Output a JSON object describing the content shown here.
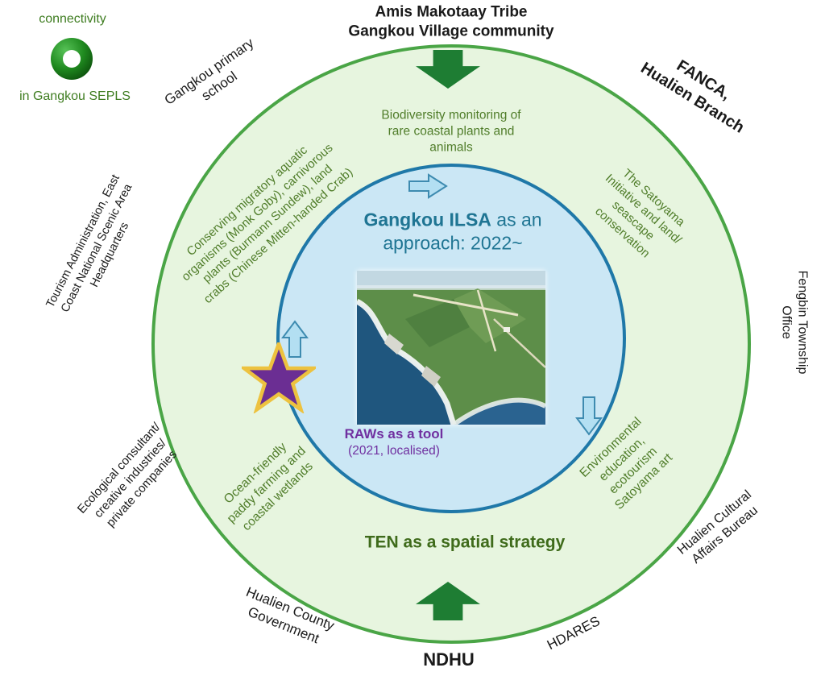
{
  "legend": {
    "title": "connectivity",
    "subtitle": "in Gangkou SEPLS",
    "icon": "connectivity-ring-icon"
  },
  "outer_labels": {
    "amis": {
      "lines": [
        "Amis Makotaay Tribe",
        "Gangkou Village community"
      ]
    },
    "school": {
      "lines": [
        "Gangkou primary",
        "school"
      ]
    },
    "fanca": {
      "lines": [
        "FANCA,",
        "Hualien Branch"
      ]
    },
    "tourism": {
      "lines": [
        "Tourism Administration, East",
        "Coast National Scenic Area",
        "Headquarters"
      ]
    },
    "fengbin": {
      "lines": [
        "Fengbin Township",
        "Office"
      ]
    },
    "ecological": {
      "lines": [
        "Ecological consultant/",
        "creative industries/",
        "private companies"
      ]
    },
    "county": {
      "lines": [
        "Hualien County",
        "Government"
      ]
    },
    "ndhu": "NDHU",
    "hdares": "HDARES",
    "cultural": {
      "lines": [
        "Hualien Cultural",
        "Affairs Bureau"
      ]
    }
  },
  "ring_labels": {
    "biodiversity": {
      "lines": [
        "Biodiversity monitoring of",
        "rare coastal plants and",
        "animals"
      ]
    },
    "conserving": {
      "lines": [
        "Conserving migratory aquatic",
        "organisms (Monk Goby), carnivorous",
        "plants (Burmann Sundew), land",
        "crabs (Chinese Mitten-handed Crab)"
      ]
    },
    "satoyama": {
      "lines": [
        "The Satoyama",
        "Initiative and land/",
        "seascape",
        "conservation"
      ]
    },
    "ocean": {
      "lines": [
        "Ocean-friendly",
        "paddy farming and",
        "coastal wetlands"
      ]
    },
    "environmental": {
      "lines": [
        "Environmental",
        "education,",
        "ecotourism",
        "Satoyama art"
      ]
    },
    "ten": "TEN as a spatial strategy"
  },
  "inner": {
    "title_bold": "Gangkou ILSA",
    "title_rest": " as an",
    "title_line2": "approach: 2022~",
    "raws_title": "RAWs as a tool",
    "raws_sub": "(2021, localised)"
  },
  "icons": [
    "down-arrow-icon",
    "up-arrow-icon",
    "cycle-arrow-right-icon",
    "cycle-arrow-up-icon",
    "cycle-arrow-down-icon",
    "star-icon",
    "connectivity-ring-icon",
    "aerial-coast-photo"
  ],
  "colors": {
    "outer_ring_fill": "#e7f5df",
    "outer_ring_border": "#4aa546",
    "inner_fill": "#cbe7f5",
    "inner_border": "#1f78a8",
    "green_text": "#507d2a",
    "dark_green_arrow": "#1e7d33",
    "teal_title": "#1f7593",
    "purple": "#7030a0",
    "star_purple": "#6b2e93",
    "star_gold": "#edc23f",
    "blue_arrow_fill": "#b3dff2",
    "blue_arrow_border": "#3e8bb0"
  }
}
